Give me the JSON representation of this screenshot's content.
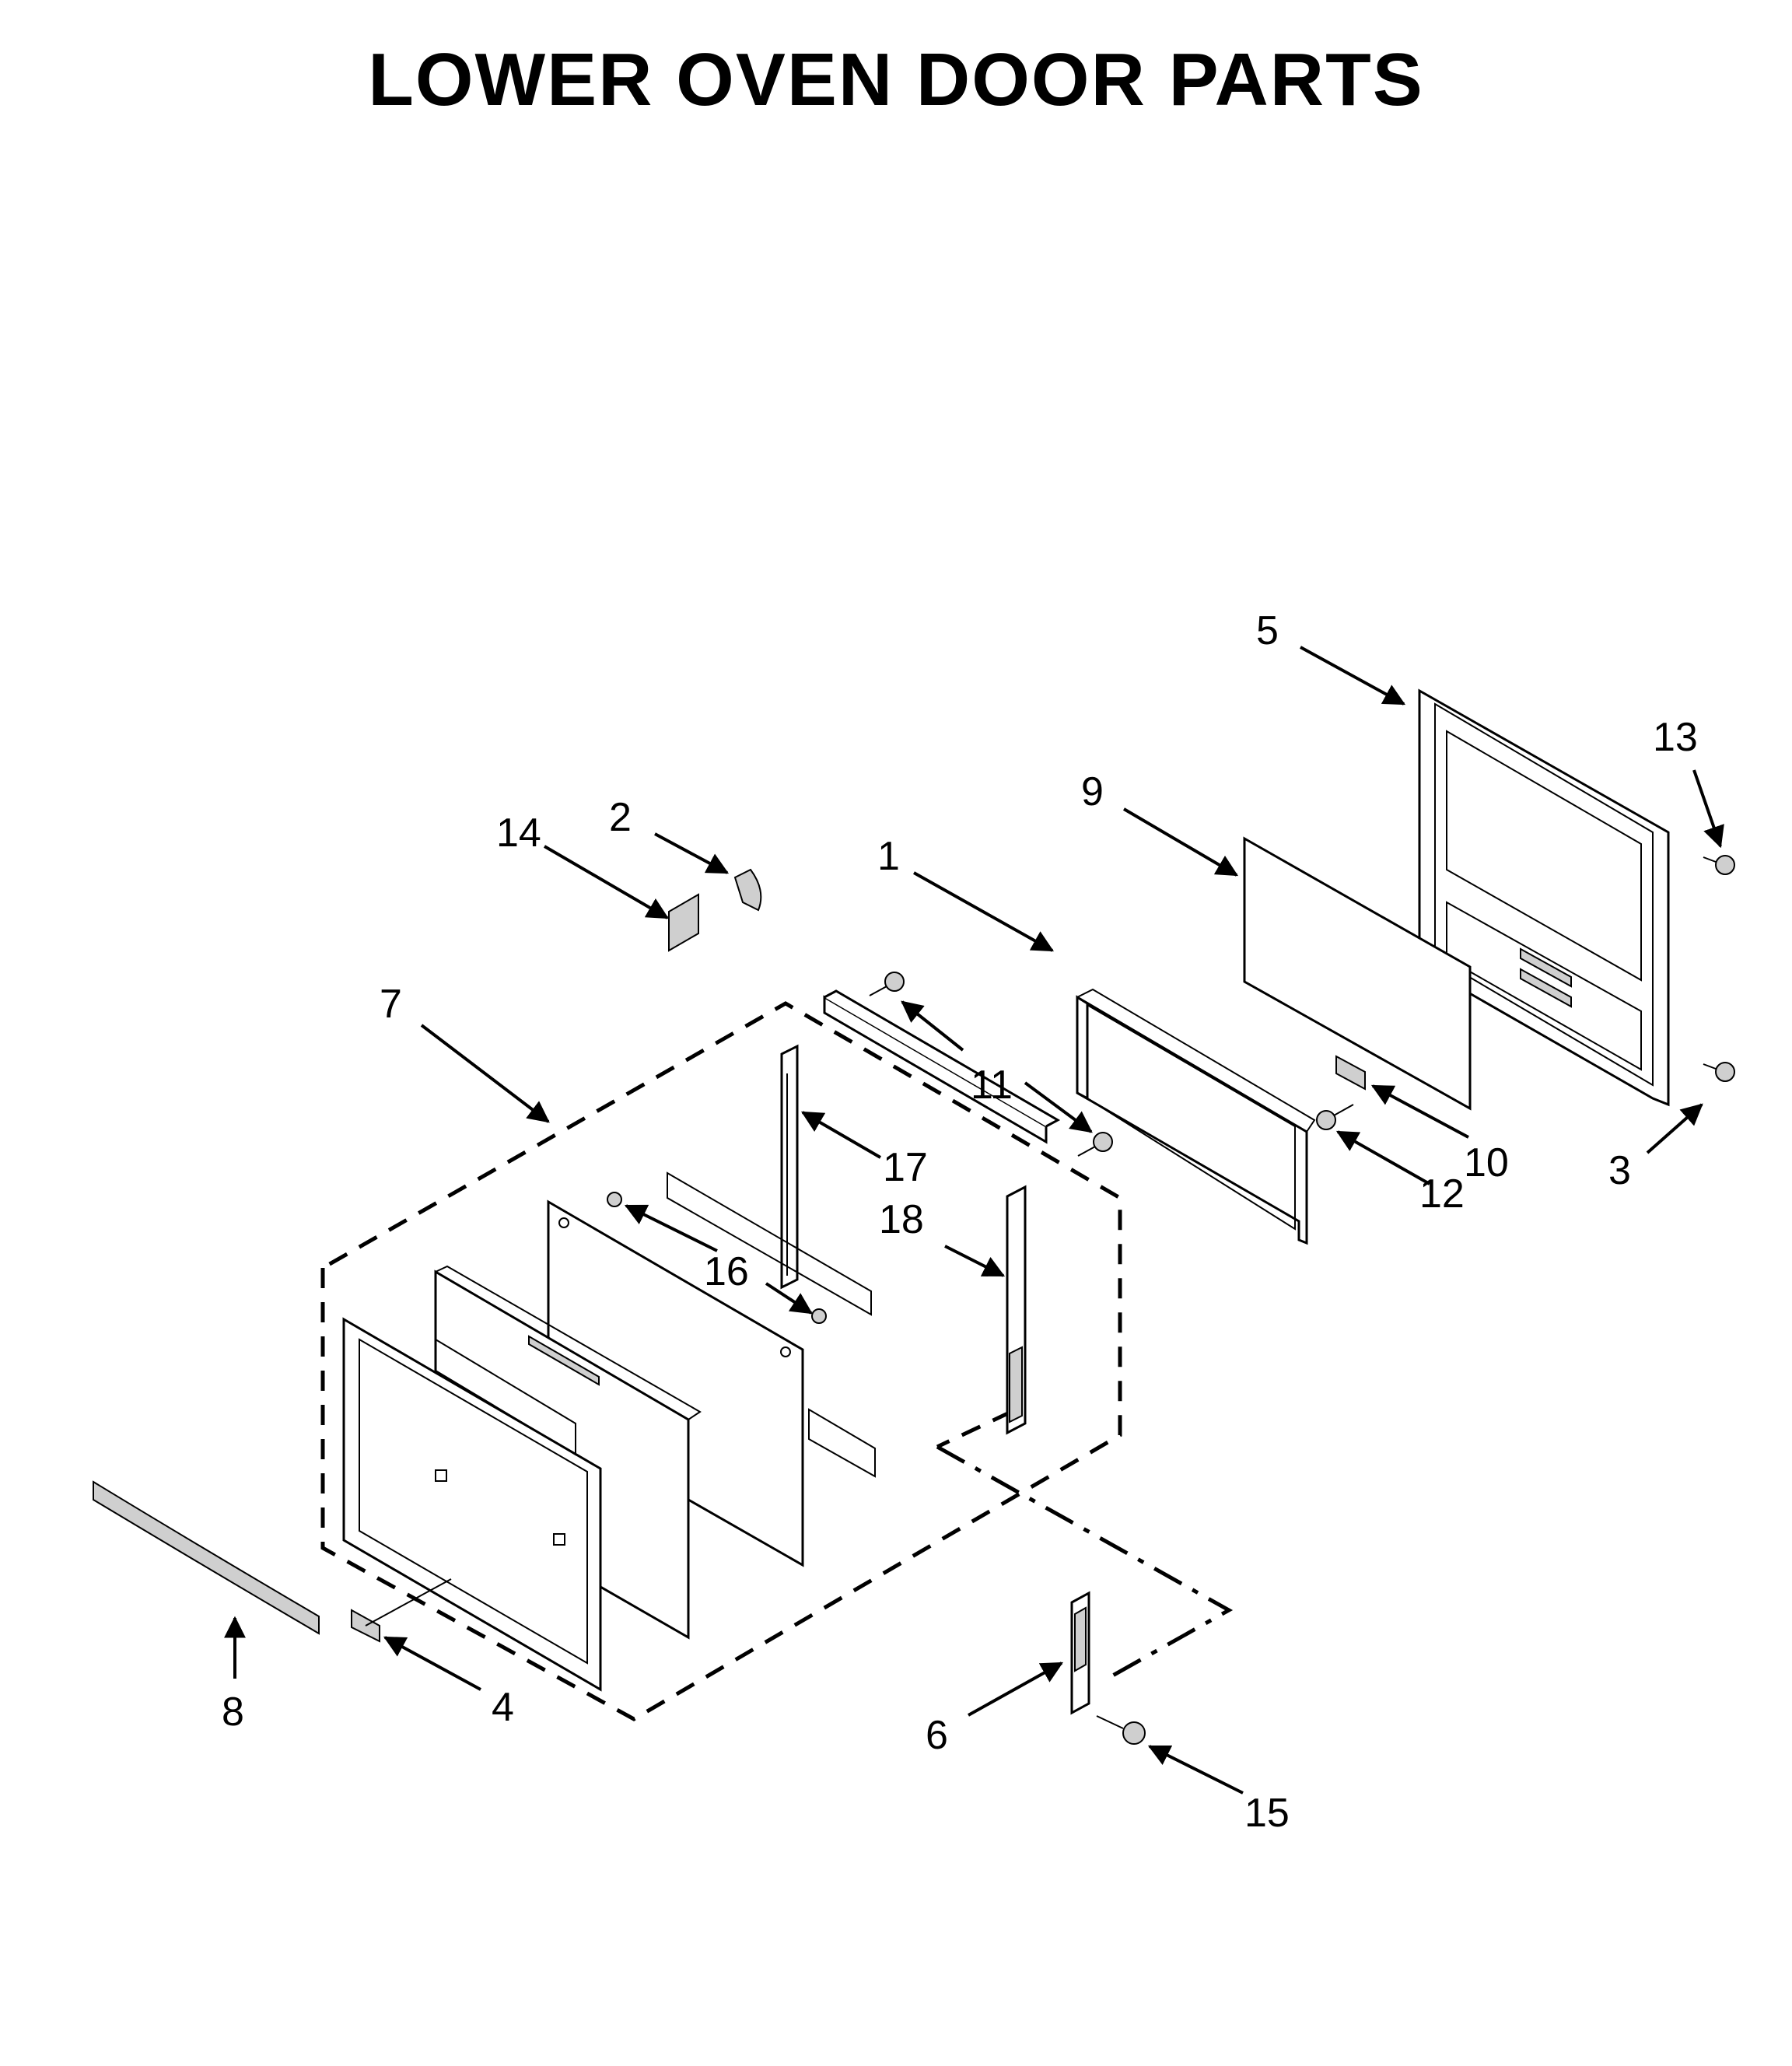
{
  "title": "LOWER OVEN DOOR PARTS",
  "callouts": [
    {
      "id": "1",
      "label": "1"
    },
    {
      "id": "2",
      "label": "2"
    },
    {
      "id": "3",
      "label": "3"
    },
    {
      "id": "4",
      "label": "4"
    },
    {
      "id": "5",
      "label": "5"
    },
    {
      "id": "6",
      "label": "6"
    },
    {
      "id": "7",
      "label": "7"
    },
    {
      "id": "8",
      "label": "8"
    },
    {
      "id": "9",
      "label": "9"
    },
    {
      "id": "10",
      "label": "10"
    },
    {
      "id": "11",
      "label": "11"
    },
    {
      "id": "12",
      "label": "12"
    },
    {
      "id": "13",
      "label": "13"
    },
    {
      "id": "14",
      "label": "14"
    },
    {
      "id": "15",
      "label": "15"
    },
    {
      "id": "16",
      "label": "16"
    },
    {
      "id": "17",
      "label": "17"
    },
    {
      "id": "18",
      "label": "18"
    }
  ]
}
